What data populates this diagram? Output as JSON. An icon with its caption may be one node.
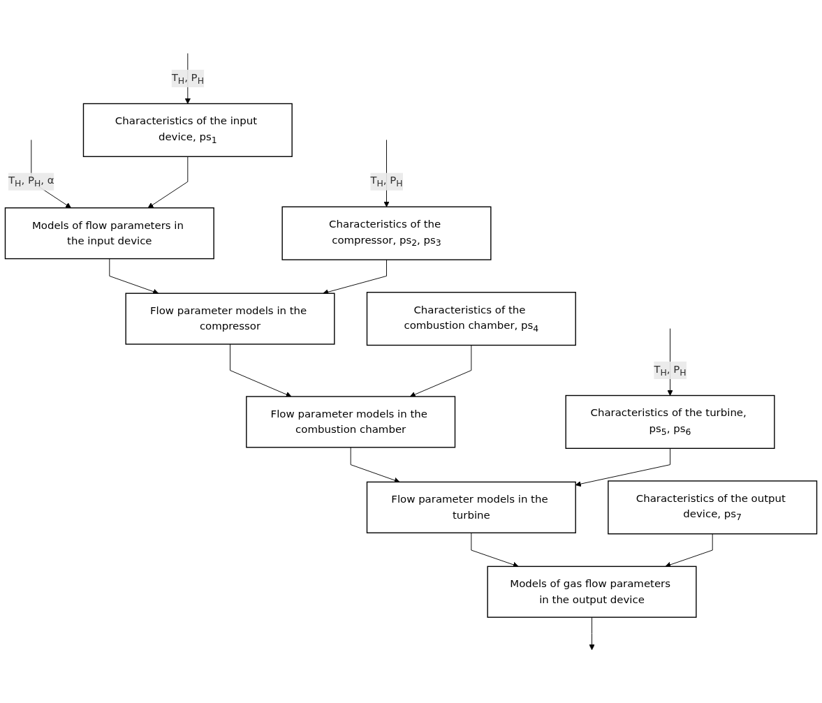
{
  "diagram": {
    "nodes": [
      {
        "text": [
          "Models of flow parameters in the input device"
        ]
      },
      {
        "text": [
          "Flow parameter models in the compressor"
        ]
      },
      {
        "text": [
          "Flow parameter models in the combustion chamber"
        ]
      },
      {
        "text": [
          "Flow parameter models in the turbine"
        ]
      },
      {
        "text": [
          "Models of gas flow parameters in the output device"
        ]
      },
      {
        "text": [
          "Characteristics of the input device, ps$_{1}$"
        ]
      },
      {
        "text": [
          "Characteristics of the compressor, ps$_{2}$, ps$_{3}$"
        ]
      },
      {
        "text": [
          "Characteristics of the combustion chamber, ps$_{4}$"
        ]
      },
      {
        "text": [
          "Characteristics of the turbine, ps$_{5}$, ps$_{6}$"
        ]
      },
      {
        "text": [
          "Characteristics of the output device, ps$_{7}$"
        ]
      }
    ],
    "edges": [
      {
        "from": null,
        "to": 0,
        "arrow": "to",
        "label": "T$_{H}$, P$_{H}$, α"
      },
      {
        "from": null,
        "to": 5,
        "arrow": "to",
        "label": "T$_{H}$, P$_{H}$"
      },
      {
        "from": 5,
        "to": 0,
        "arrow": "to"
      },
      {
        "from": 0,
        "to": 1,
        "arrow": "to"
      },
      {
        "from": null,
        "to": 6,
        "arrow": "to",
        "label": "T$_{H}$, P$_{H}$"
      },
      {
        "from": 6,
        "to": 1,
        "arrow": "to"
      },
      {
        "from": 1,
        "to": 2,
        "arrow": "to"
      },
      {
        "from": 7,
        "to": 2,
        "arrow": "to"
      },
      {
        "from": 2,
        "to": 3,
        "arrow": "to"
      },
      {
        "from": null,
        "to": 8,
        "arrow": "to",
        "label": "T$_{H}$, P$_{H}$"
      },
      {
        "from": 8,
        "to": 3,
        "arrow": "to"
      },
      {
        "from": 3,
        "to": 4,
        "arrow": "to"
      },
      {
        "from": 9,
        "to": 4,
        "arrow": "to"
      },
      {
        "from": 4,
        "to": null,
        "arrow": "to"
      }
    ]
  }
}
